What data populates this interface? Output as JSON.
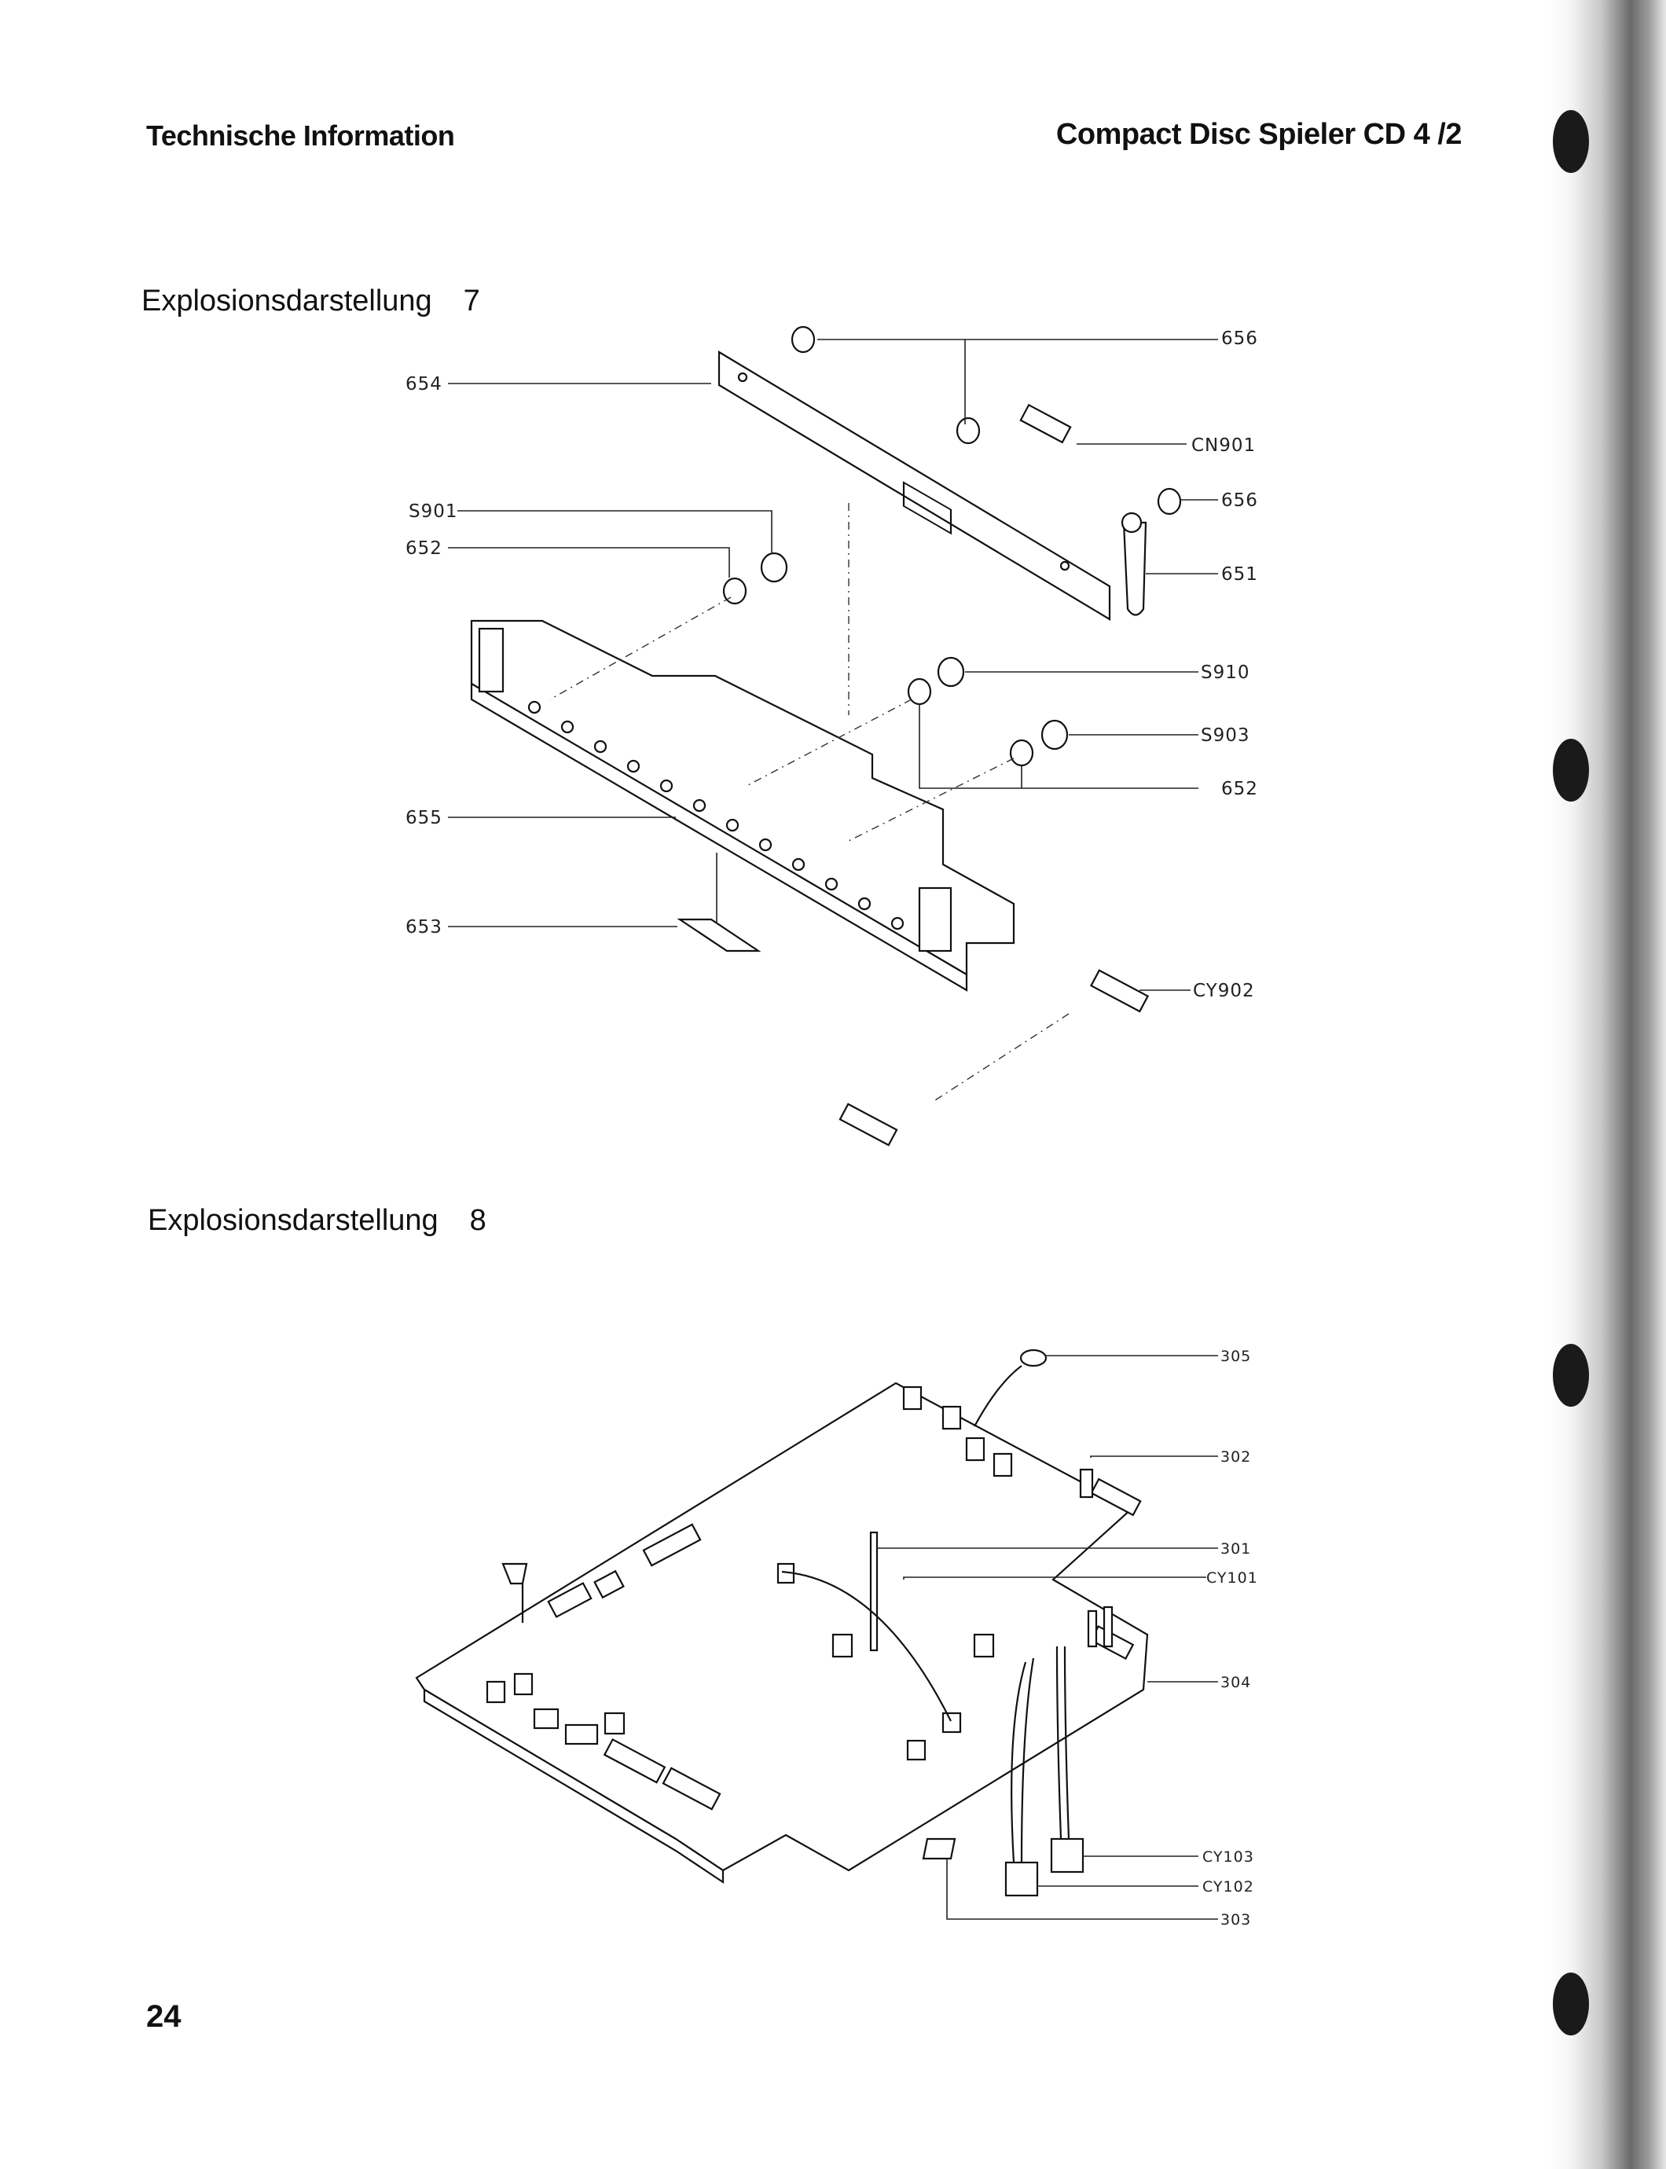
{
  "header": {
    "left": "Technische Information",
    "right": "Compact Disc Spieler CD 4 /2"
  },
  "section7": {
    "title": "Explosionsdarstellung",
    "number": "7",
    "labels": {
      "l654": "654",
      "l656a": "656",
      "lcn901": "CN901",
      "l656b": "656",
      "ls901": "S901",
      "l652a": "652",
      "l651": "651",
      "ls910": "S910",
      "ls903": "S903",
      "l652b": "652",
      "l655": "655",
      "l653": "653",
      "lcy902": "CY902"
    }
  },
  "section8": {
    "title": "Explosionsdarstellung",
    "number": "8",
    "labels": {
      "l305": "305",
      "l302": "302",
      "l301": "301",
      "lcy101": "CY101",
      "l304": "304",
      "lcy103": "CY103",
      "lcy102": "CY102",
      "l303": "303"
    }
  },
  "page_number": "24"
}
